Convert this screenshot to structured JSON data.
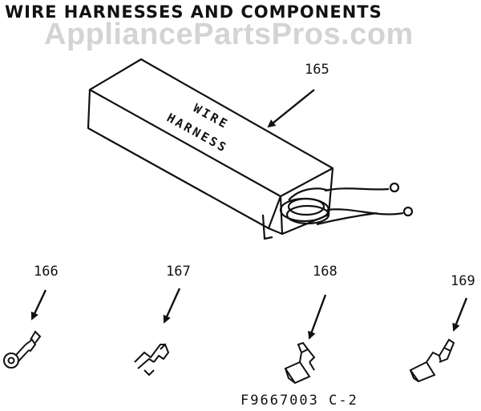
{
  "title": "WIRE HARNESSES AND COMPONENTS",
  "watermark": "AppliancePartsPros.com",
  "box_label_line1": "WIRE",
  "box_label_line2": "HARNESS",
  "parts": [
    {
      "number": "165"
    },
    {
      "number": "166"
    },
    {
      "number": "167"
    },
    {
      "number": "168"
    },
    {
      "number": "169"
    }
  ],
  "drawing_code": "F9667003 C-2",
  "colors": {
    "ink": "#111111",
    "watermark": "#d4d4d4",
    "background": "#ffffff"
  }
}
